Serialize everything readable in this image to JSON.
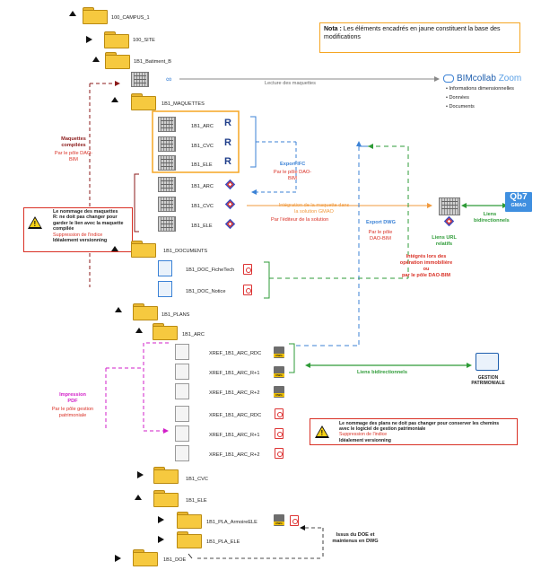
{
  "note": {
    "prefix": "Nota :",
    "text": "Les éléments encadrés en jaune constituent la base des modifications"
  },
  "tree": {
    "campus": "100_CAMPUS_1",
    "site": "100_SITE",
    "batiment": "1B1_Batiment_B",
    "maquettes": "1B1_MAQUETTES",
    "arc": "1B1_ARC",
    "cvc": "1B1_CVC",
    "ele": "1B1_ELE",
    "documents": "1B1_DOCUMENTS",
    "doc_fichetech": "1B1_DOC_FicheTech",
    "doc_notices": "1B1_DOC_Notice",
    "plans": "1B1_PLANS",
    "plans_arc": "1B1_ARC",
    "xref_rdc": "XREF_1B1_ARC_RDC",
    "xref_r1": "XREF_1B1_ARC_R+1",
    "xref_r2": "XREF_1B1_ARC_R+2",
    "plans_cvc": "1B1_CVC",
    "plans_ele": "1B1_ELE",
    "pla_armoire": "1B1_PLA_ArmoireELE",
    "pla_ele": "1B1_PLA_ELE",
    "doe": "1B1_DOE"
  },
  "bimcollab": {
    "brand": "BIMcollab",
    "brand2": "Zoom",
    "items": [
      "Informations dimensionnelles",
      "Données",
      "Documents"
    ],
    "link_label": "Lecture des maquettes"
  },
  "maquettes_compilees": {
    "title": "Maquettes compilées",
    "sub": "Par le pôle DAO-BIM"
  },
  "warning1": {
    "line1": "Le nommage des maquettes",
    "line2": "R: ne doit pas changer pour",
    "line3": "garder le lien avec la maquette",
    "line4": "compilée",
    "line5": "Suppression de l'indice",
    "line6": "Idéalement versionning"
  },
  "export_ifc": {
    "title": "Export IFC",
    "sub": "Par le pôle DAO-BIM"
  },
  "integration": {
    "title": "Intégration de la maquette dans la solution GMAO",
    "sub": "Par l'éditeur de la solution"
  },
  "export_dwg": {
    "title": "Export DWG",
    "sub": "Par le pôle DAO-BIM"
  },
  "liens_url": {
    "title": "Liens URL",
    "sub": "relatifs"
  },
  "integres": {
    "line1": "Intégrés lors des",
    "line2": "opération immobilière",
    "line3": "ou",
    "line4": "par le pôle DAO-BIM"
  },
  "qb7": {
    "logo": "Qb7",
    "label": "GMAO"
  },
  "liens_bi_top": "Liens bidirectionnels",
  "liens_bi_mid": "Liens bidirectionnels",
  "gestion": {
    "line1": "GESTION",
    "line2": "PATRIMONIALE"
  },
  "impression": {
    "title": "Impression",
    "title2": "PDF",
    "sub": "Par le pôle gestion",
    "sub2": "patrimoniale"
  },
  "warning2": {
    "line1": "Le nommage des plans ne doit pas changer pour conserver les chemins",
    "line2": "avec le logiciel de gestion patrimoniale",
    "line3": "Suppression de l'indice",
    "line4": "Idéalement versionning"
  },
  "issus": {
    "line1": "Issus du DOE et",
    "line2": "maintenus en DWG"
  },
  "colors": {
    "yellow": "#f5a623",
    "blue": "#3b82d6",
    "green": "#2e9b37",
    "orange": "#f19a3e",
    "red": "#d93025",
    "magenta": "#d21fc8",
    "darkred": "#8b1a1a",
    "purple": "#9b2c9b"
  }
}
